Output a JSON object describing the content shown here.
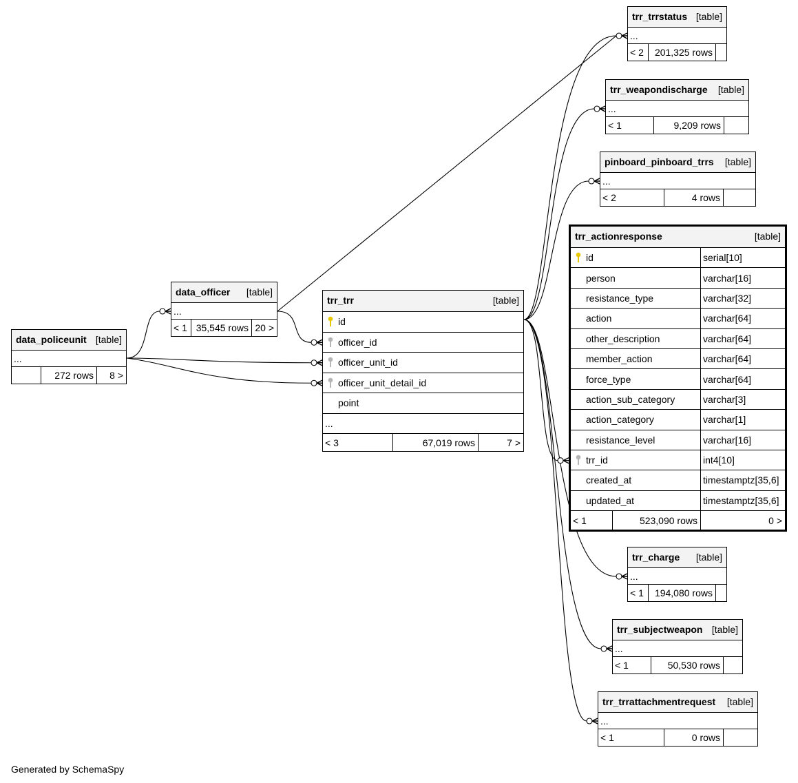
{
  "footer": "Generated by SchemaSpy",
  "tables": {
    "data_policeunit": {
      "name": "data_policeunit",
      "kind": "[table]",
      "more": "...",
      "parents": "",
      "rows": "272 rows",
      "children": "8 >"
    },
    "data_officer": {
      "name": "data_officer",
      "kind": "[table]",
      "more": "...",
      "parents": "< 1",
      "rows": "35,545 rows",
      "children": "20 >"
    },
    "trr_trr": {
      "name": "trr_trr",
      "kind": "[table]",
      "columns": [
        {
          "name": "id",
          "key": "primary"
        },
        {
          "name": "officer_id",
          "key": "foreign"
        },
        {
          "name": "officer_unit_id",
          "key": "foreign"
        },
        {
          "name": "officer_unit_detail_id",
          "key": "foreign"
        },
        {
          "name": "point",
          "key": ""
        }
      ],
      "more": "...",
      "parents": "< 3",
      "rows": "67,019 rows",
      "children": "7 >"
    },
    "trr_trrstatus": {
      "name": "trr_trrstatus",
      "kind": "[table]",
      "more": "...",
      "parents": "< 2",
      "rows": "201,325 rows",
      "children": ""
    },
    "trr_weapondischarge": {
      "name": "trr_weapondischarge",
      "kind": "[table]",
      "more": "...",
      "parents": "< 1",
      "rows": "9,209 rows",
      "children": ""
    },
    "pinboard_pinboard_trrs": {
      "name": "pinboard_pinboard_trrs",
      "kind": "[table]",
      "more": "...",
      "parents": "< 2",
      "rows": "4 rows",
      "children": ""
    },
    "trr_actionresponse": {
      "name": "trr_actionresponse",
      "kind": "[table]",
      "columns": [
        {
          "name": "id",
          "type": "serial[10]",
          "key": "primary"
        },
        {
          "name": "person",
          "type": "varchar[16]",
          "key": ""
        },
        {
          "name": "resistance_type",
          "type": "varchar[32]",
          "key": ""
        },
        {
          "name": "action",
          "type": "varchar[64]",
          "key": ""
        },
        {
          "name": "other_description",
          "type": "varchar[64]",
          "key": ""
        },
        {
          "name": "member_action",
          "type": "varchar[64]",
          "key": ""
        },
        {
          "name": "force_type",
          "type": "varchar[64]",
          "key": ""
        },
        {
          "name": "action_sub_category",
          "type": "varchar[3]",
          "key": ""
        },
        {
          "name": "action_category",
          "type": "varchar[1]",
          "key": ""
        },
        {
          "name": "resistance_level",
          "type": "varchar[16]",
          "key": ""
        },
        {
          "name": "trr_id",
          "type": "int4[10]",
          "key": "foreign"
        },
        {
          "name": "created_at",
          "type": "timestamptz[35,6]",
          "key": ""
        },
        {
          "name": "updated_at",
          "type": "timestamptz[35,6]",
          "key": ""
        }
      ],
      "parents": "< 1",
      "rows": "523,090 rows",
      "children": "0 >"
    },
    "trr_charge": {
      "name": "trr_charge",
      "kind": "[table]",
      "more": "...",
      "parents": "< 1",
      "rows": "194,080 rows",
      "children": ""
    },
    "trr_subjectweapon": {
      "name": "trr_subjectweapon",
      "kind": "[table]",
      "more": "...",
      "parents": "< 1",
      "rows": "50,530 rows",
      "children": ""
    },
    "trr_trrattachmentrequest": {
      "name": "trr_trrattachmentrequest",
      "kind": "[table]",
      "more": "...",
      "parents": "< 1",
      "rows": "0 rows",
      "children": ""
    }
  },
  "colors": {
    "primary_key": "#e6c700",
    "foreign_key": "#b5b5b5",
    "header_bg": "#f3f3f3",
    "line": "#000000"
  }
}
